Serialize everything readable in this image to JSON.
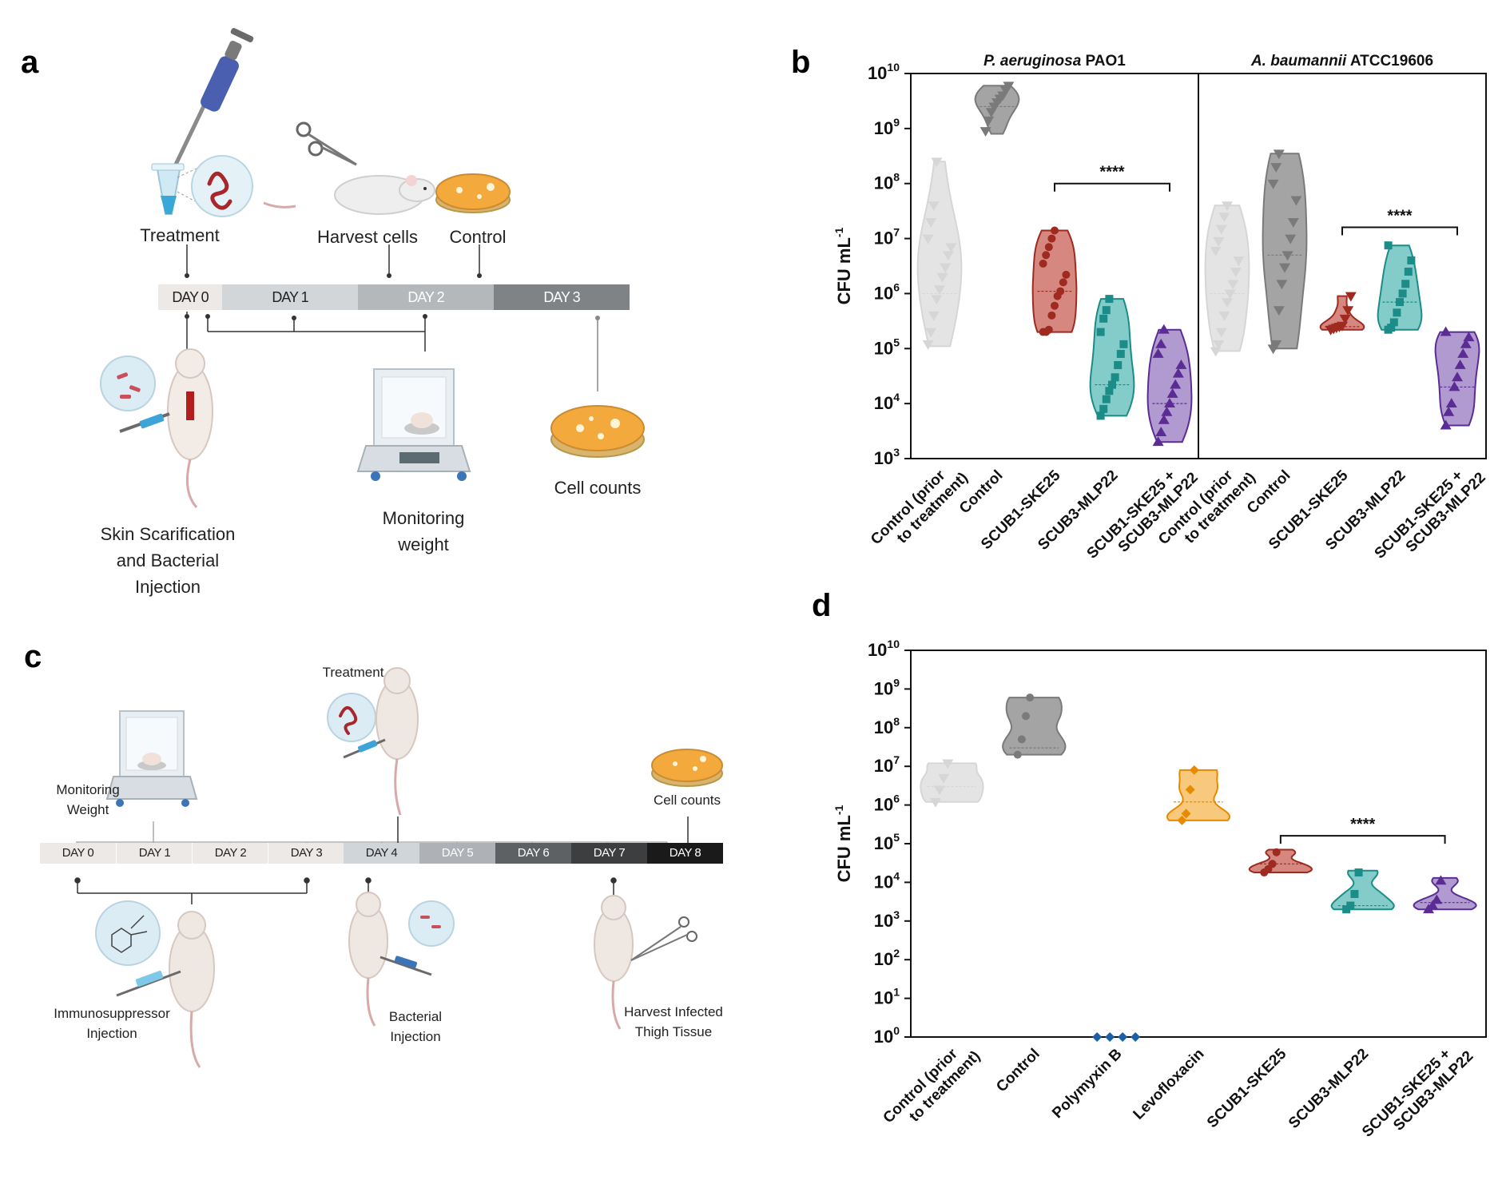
{
  "panels": {
    "a": "a",
    "b": "b",
    "c": "c",
    "d": "d"
  },
  "panel_a": {
    "labels": {
      "treatment": "Treatment",
      "harvest": "Harvest cells",
      "control": "Control",
      "skin": [
        "Skin Scarification",
        "and Bacterial",
        "Injection"
      ],
      "monitoring": [
        "Monitoring",
        "weight"
      ],
      "cellcounts": "Cell counts"
    },
    "days": [
      "DAY 0",
      "DAY 1",
      "DAY 2",
      "DAY 3"
    ],
    "day_colors": [
      "#ece9e6",
      "#d3d6d9",
      "#b5b8bb",
      "#7f8386"
    ]
  },
  "panel_c": {
    "labels": {
      "treatment": "Treatment",
      "monitoring": [
        "Monitoring",
        "Weight"
      ],
      "cellcounts": "Cell counts",
      "immuno": [
        "Immunosuppressor",
        "Injection"
      ],
      "bacterial": [
        "Bacterial",
        "Injection"
      ],
      "harvest": [
        "Harvest Infected",
        "Thigh Tissue"
      ]
    },
    "days": [
      "DAY 0",
      "DAY 1",
      "DAY 2",
      "DAY 3",
      "DAY 4",
      "DAY 5",
      "DAY 6",
      "DAY 7",
      "DAY 8"
    ],
    "day_colors": [
      "#ece9e6",
      "#ece9e6",
      "#ece9e6",
      "#ece9e6",
      "#d0d5d9",
      "#aeb2b6",
      "#5e6164",
      "#3c3e40",
      "#1a1a1a"
    ]
  },
  "chart_data": [
    {
      "id": "b",
      "type": "violin",
      "ylabel": "CFU mL",
      "ylabel_sup": "-1",
      "yscale": "log",
      "ylim": [
        1000,
        10000000000
      ],
      "yticks": [
        {
          "b": "10",
          "e": "3"
        },
        {
          "b": "10",
          "e": "4"
        },
        {
          "b": "10",
          "e": "5"
        },
        {
          "b": "10",
          "e": "6"
        },
        {
          "b": "10",
          "e": "7"
        },
        {
          "b": "10",
          "e": "8"
        },
        {
          "b": "10",
          "e": "9"
        },
        {
          "b": "10",
          "e": "10"
        }
      ],
      "groups": [
        {
          "title_italic": "P. aeruginosa",
          "title_rest": " PAO1"
        },
        {
          "title_italic": "A. baumannii",
          "title_rest": " ATCC19606"
        }
      ],
      "series": [
        {
          "group": 0,
          "line1": "Control (prior",
          "line2": "to treatment)",
          "color": "#e1e1e1",
          "edge": "#d6d6d6",
          "marker": "tri-down",
          "min": 110000.0,
          "max": 250000000.0,
          "median": 1000000.0,
          "values": [
            120000.0,
            200000.0,
            400000.0,
            800000.0,
            1200000.0,
            2000000.0,
            3000000.0,
            5000000.0,
            7000000.0,
            10000000.0,
            20000000.0,
            40000000.0,
            250000000.0
          ]
        },
        {
          "group": 0,
          "line1": "Control",
          "line2": "",
          "color": "#9a9a9a",
          "edge": "#7a7a7a",
          "marker": "tri-down",
          "min": 800000000.0,
          "max": 6000000000.0,
          "median": 2500000000.0,
          "values": [
            900000000.0,
            1400000000.0,
            2000000000.0,
            2500000000.0,
            3000000000.0,
            3500000000.0,
            4000000000.0,
            5000000000.0,
            6000000000.0
          ]
        },
        {
          "group": 0,
          "line1": "SCUB1-SKE25",
          "line2": "",
          "color": "#d07a72",
          "edge": "#9e2a20",
          "marker": "circle",
          "min": 200000.0,
          "max": 14000000.0,
          "median": 1100000.0,
          "values": [
            200000.0,
            200000.0,
            220000.0,
            400000.0,
            600000.0,
            900000.0,
            1100000.0,
            1600000.0,
            2200000.0,
            3500000.0,
            5000000.0,
            7000000.0,
            10000000.0,
            14000000.0
          ]
        },
        {
          "group": 0,
          "line1": "SCUB3-MLP22",
          "line2": "",
          "color": "#76c6c3",
          "edge": "#1b8c87",
          "marker": "square",
          "min": 6000.0,
          "max": 800000.0,
          "median": 22000.0,
          "values": [
            6000.0,
            8000.0,
            12000.0,
            17000.0,
            22000.0,
            30000.0,
            50000.0,
            80000.0,
            120000.0,
            200000.0,
            350000.0,
            500000.0,
            800000.0
          ]
        },
        {
          "group": 0,
          "line1": "SCUB1-SKE25 +",
          "line2": "SCUB3-MLP22",
          "color": "#a98fcb",
          "edge": "#5b2c94",
          "marker": "tri-up",
          "min": 2000.0,
          "max": 220000.0,
          "median": 10000.0,
          "values": [
            2000.0,
            3000.0,
            5000.0,
            7000.0,
            10000.0,
            15000.0,
            22000.0,
            35000.0,
            50000.0,
            80000.0,
            120000.0,
            220000.0
          ]
        },
        {
          "group": 1,
          "line1": "Control (prior",
          "line2": "to treatment)",
          "color": "#e1e1e1",
          "edge": "#d6d6d6",
          "marker": "tri-down",
          "min": 90000.0,
          "max": 40000000.0,
          "median": 1000000.0,
          "values": [
            90000.0,
            120000.0,
            200000.0,
            400000.0,
            700000.0,
            1000000.0,
            1500000.0,
            2500000.0,
            4000000.0,
            6000000.0,
            9000000.0,
            15000000.0,
            25000000.0,
            40000000.0
          ]
        },
        {
          "group": 1,
          "line1": "Control",
          "line2": "",
          "color": "#9a9a9a",
          "edge": "#7a7a7a",
          "marker": "tri-down",
          "min": 100000.0,
          "max": 350000000.0,
          "median": 5000000.0,
          "values": [
            100000.0,
            120000.0,
            500000.0,
            1500000.0,
            3000000.0,
            5000000.0,
            10000000.0,
            20000000.0,
            50000000.0,
            100000000.0,
            200000000.0,
            350000000.0
          ]
        },
        {
          "group": 1,
          "line1": "SCUB1-SKE25",
          "line2": "",
          "color": "#d07a72",
          "edge": "#9e2a20",
          "marker": "tri-down",
          "min": 220000.0,
          "max": 900000.0,
          "median": 250000.0,
          "values": [
            220000.0,
            230000.0,
            240000.0,
            250000.0,
            260000.0,
            350000.0,
            500000.0,
            900000.0
          ]
        },
        {
          "group": 1,
          "line1": "SCUB3-MLP22",
          "line2": "",
          "color": "#76c6c3",
          "edge": "#1b8c87",
          "marker": "square",
          "min": 220000.0,
          "max": 7500000.0,
          "median": 700000.0,
          "values": [
            220000.0,
            240000.0,
            300000.0,
            450000.0,
            700000.0,
            1000000.0,
            1500000.0,
            2500000.0,
            4000000.0,
            7500000.0
          ]
        },
        {
          "group": 1,
          "line1": "SCUB1-SKE25 +",
          "line2": "SCUB3-MLP22",
          "color": "#a98fcb",
          "edge": "#5b2c94",
          "marker": "tri-up",
          "min": 4000.0,
          "max": 200000.0,
          "median": 20000.0,
          "values": [
            4000.0,
            7000.0,
            10000.0,
            20000.0,
            30000.0,
            50000.0,
            80000.0,
            120000.0,
            160000.0,
            200000.0
          ]
        }
      ],
      "significance": [
        {
          "from": 2,
          "to": 4,
          "y": 100000000.0,
          "label": "****"
        },
        {
          "from": 7,
          "to": 9,
          "y": 16000000.0,
          "label": "****"
        }
      ]
    },
    {
      "id": "d",
      "type": "violin",
      "ylabel": "CFU mL",
      "ylabel_sup": "-1",
      "yscale": "log",
      "ylim": [
        1,
        10000000000
      ],
      "yticks": [
        {
          "b": "10",
          "e": "0"
        },
        {
          "b": "10",
          "e": "1"
        },
        {
          "b": "10",
          "e": "2"
        },
        {
          "b": "10",
          "e": "3"
        },
        {
          "b": "10",
          "e": "4"
        },
        {
          "b": "10",
          "e": "5"
        },
        {
          "b": "10",
          "e": "6"
        },
        {
          "b": "10",
          "e": "7"
        },
        {
          "b": "10",
          "e": "8"
        },
        {
          "b": "10",
          "e": "9"
        },
        {
          "b": "10",
          "e": "10"
        }
      ],
      "series": [
        {
          "line1": "Control (prior",
          "line2": "to treatment)",
          "color": "#e1e1e1",
          "edge": "#d6d6d6",
          "marker": "tri-down",
          "min": 1200000.0,
          "max": 12000000.0,
          "median": 3000000.0,
          "values": [
            1200000.0,
            2500000.0,
            5000000.0,
            12000000.0
          ]
        },
        {
          "line1": "Control",
          "line2": "",
          "color": "#9a9a9a",
          "edge": "#7a7a7a",
          "marker": "circle",
          "min": 20000000.0,
          "max": 600000000.0,
          "median": 30000000.0,
          "values": [
            20000000.0,
            50000000.0,
            200000000.0,
            600000000.0
          ]
        },
        {
          "line1": "Polymyxin B",
          "line2": "",
          "color": "#2a6fb5",
          "edge": "#1d5ea8",
          "marker": "diamond",
          "min": 1,
          "max": 1,
          "median": 1,
          "values": [
            1,
            1,
            1,
            1
          ]
        },
        {
          "line1": "Levofloxacin",
          "line2": "",
          "color": "#f7c36e",
          "edge": "#e88a00",
          "marker": "diamond",
          "min": 400000.0,
          "max": 8000000.0,
          "median": 1200000.0,
          "values": [
            400000.0,
            600000.0,
            2500000.0,
            8000000.0
          ]
        },
        {
          "line1": "SCUB1-SKE25",
          "line2": "",
          "color": "#d07a72",
          "edge": "#9e2a20",
          "marker": "circle",
          "min": 18000.0,
          "max": 70000.0,
          "median": 30000.0,
          "values": [
            18000.0,
            22000.0,
            30000.0,
            60000.0
          ]
        },
        {
          "line1": "SCUB3-MLP22",
          "line2": "",
          "color": "#76c6c3",
          "edge": "#1b8c87",
          "marker": "square",
          "min": 2000.0,
          "max": 20000.0,
          "median": 2500.0,
          "values": [
            2000.0,
            2500.0,
            5000.0,
            18000.0
          ]
        },
        {
          "line1": "SCUB1-SKE25 +",
          "line2": "SCUB3-MLP22",
          "color": "#a98fcb",
          "edge": "#5b2c94",
          "marker": "tri-up",
          "min": 2000.0,
          "max": 13000.0,
          "median": 3000.0,
          "values": [
            2000.0,
            2500.0,
            3500.0,
            11000.0
          ]
        }
      ],
      "significance": [
        {
          "from": 4,
          "to": 6,
          "y": 160000.0,
          "label": "****"
        }
      ]
    }
  ]
}
